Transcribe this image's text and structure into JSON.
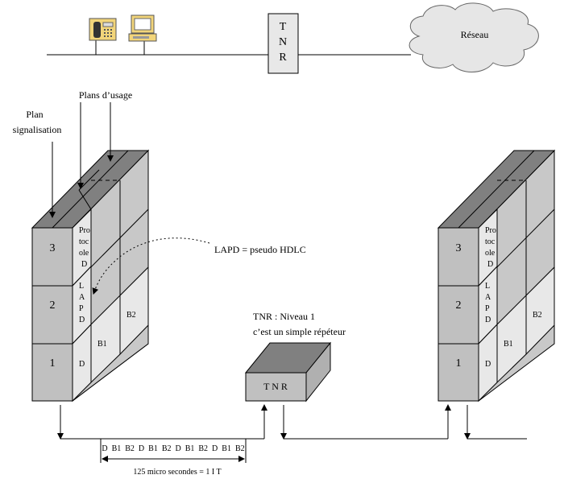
{
  "network": {
    "cloud_label": "Réseau",
    "tnr_box": [
      "T",
      "N",
      "R"
    ]
  },
  "labels": {
    "plan_signalisation_line1": "Plan",
    "plan_signalisation_line2": "signalisation",
    "plans_usage": "Plans d’usage",
    "lapd": "LAPD = pseudo HDLC",
    "tnr_note_line1": "TNR : Niveau 1",
    "tnr_note_line2": "c’est un simple répéteur",
    "repeater_label": "T N R",
    "frame_sequence": "D  B1  B2  D  B1  B2  D  B1  B2  D  B1  B2",
    "frame_duration": "125 micro secondes = 1 I T"
  },
  "stack": {
    "levels": [
      "3",
      "2",
      "1"
    ],
    "protocol_word": [
      "Pro",
      "toc",
      "ole",
      "D"
    ],
    "lapd_letters": [
      "L",
      "A",
      "P",
      "D"
    ],
    "d_label": "D",
    "b1_label": "B1",
    "b2_label": "B2"
  },
  "colors": {
    "line": "#000000",
    "block_front": "#c0c0c0",
    "block_light": "#e4e4e4",
    "block_top": "#808080",
    "block_side": "#b0b0b0",
    "cloud_fill": "#e6e6e6"
  }
}
